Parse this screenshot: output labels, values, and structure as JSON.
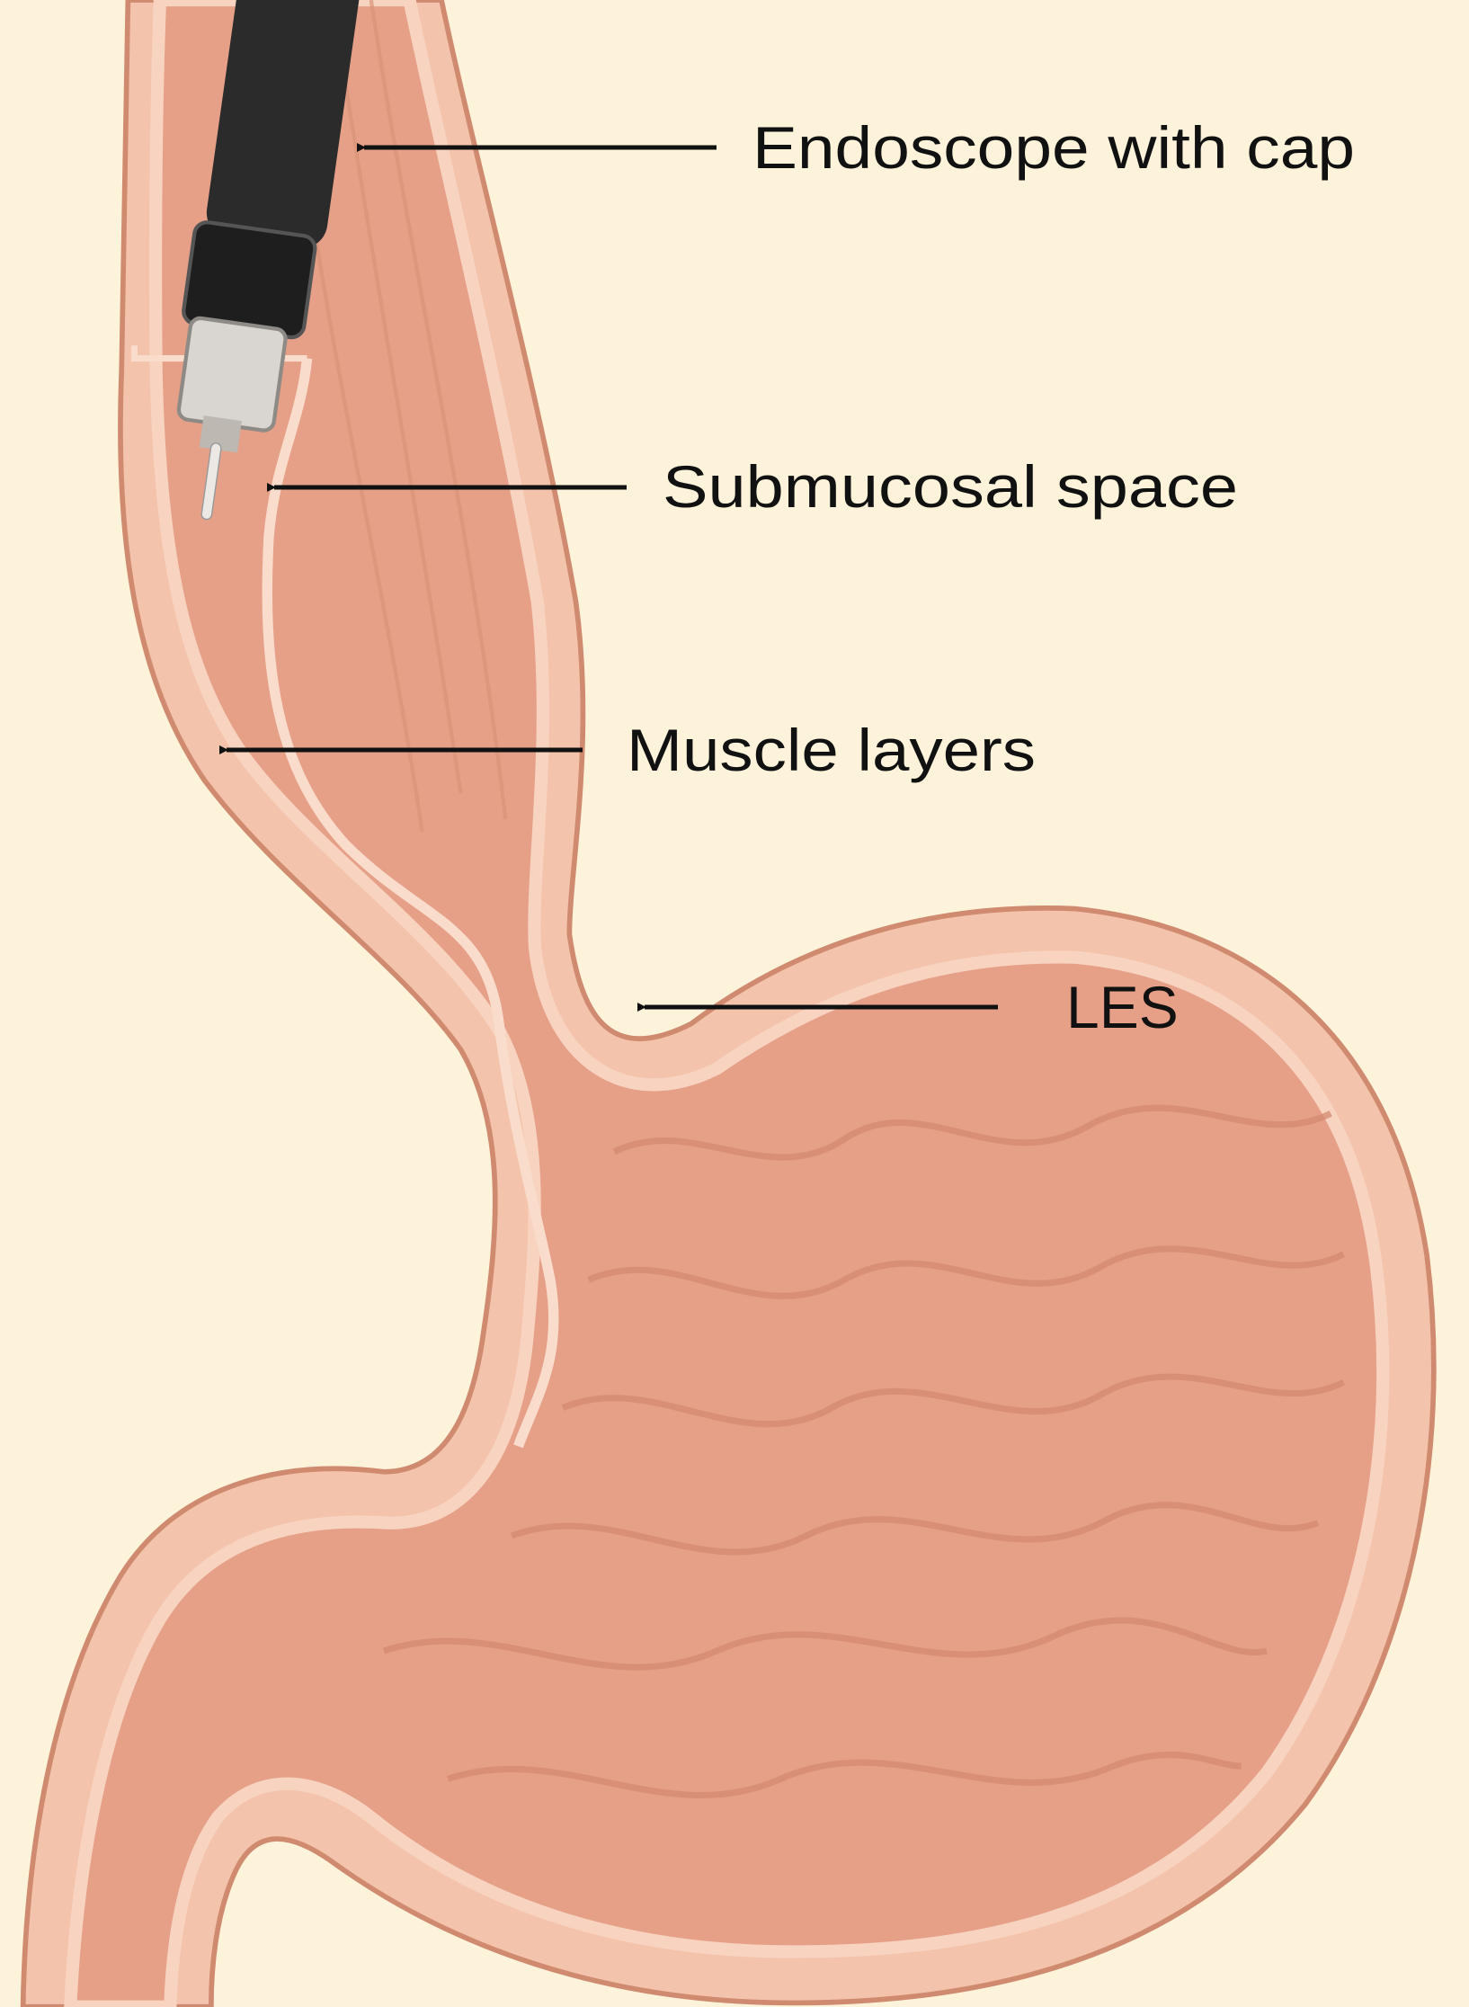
{
  "labels": {
    "endoscope": "Endoscope with cap",
    "submucosal": "Submucosal space",
    "muscle": "Muscle layers",
    "les": "LES"
  },
  "colors": {
    "background": "#fcf3da",
    "wall": "#f3c3ab",
    "lumen": "#e6a088",
    "outline": "#cf8a70",
    "scope": "#2b2b2b",
    "cap": "#d9d6d2",
    "text": "#111111"
  }
}
